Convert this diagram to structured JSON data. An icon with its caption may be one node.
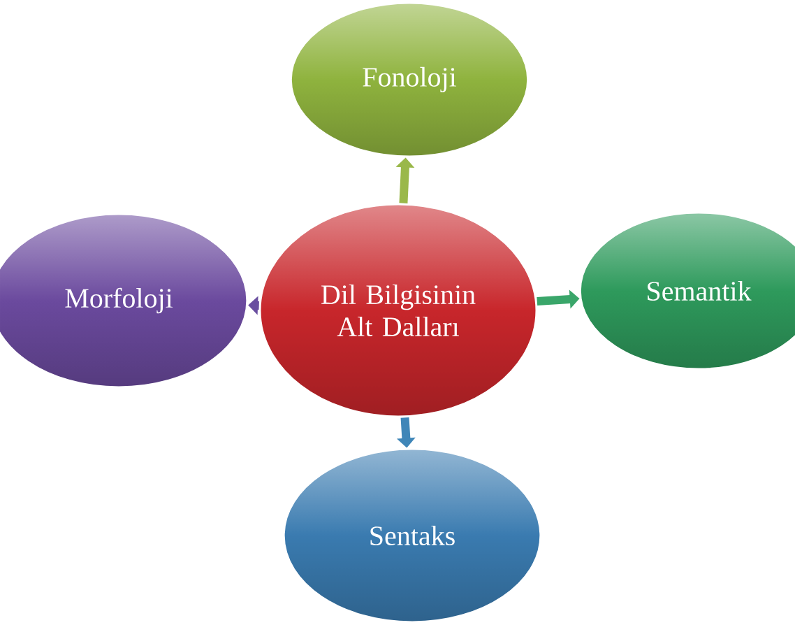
{
  "diagram": {
    "nodes": [
      {
        "text": [
          "Fonoloji"
        ]
      },
      {
        "text": [
          "Morfoloji"
        ]
      },
      {
        "text": [
          "Dil Bilgisinin Alt Dalları"
        ]
      },
      {
        "text": [
          "Semantik"
        ]
      },
      {
        "text": [
          "Sentaks"
        ]
      }
    ],
    "edges": [
      {
        "from": 2,
        "to": 0,
        "arrow": "to",
        "color": "#9ab84a"
      },
      {
        "from": 2,
        "to": 1,
        "arrow": "to",
        "color": "#6a4fa0"
      },
      {
        "from": 2,
        "to": 3,
        "arrow": "to",
        "color": "#3aa66a"
      },
      {
        "from": 2,
        "to": 4,
        "arrow": "to",
        "color": "#3f86b8"
      }
    ]
  }
}
